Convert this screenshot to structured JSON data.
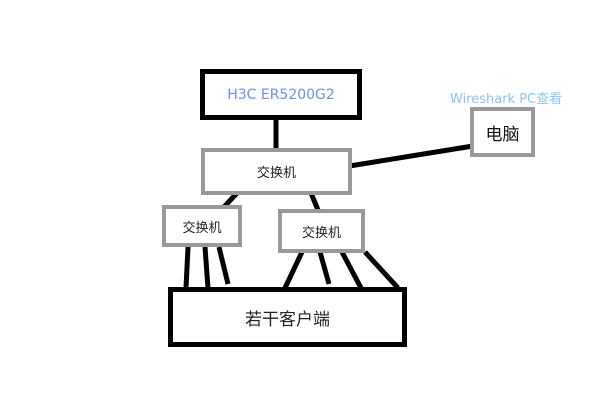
{
  "router": {
    "label": "H3C ER5200G2"
  },
  "core_switch": {
    "label": "交换机"
  },
  "left_switch": {
    "label": "交换机"
  },
  "right_switch": {
    "label": "交换机"
  },
  "pc": {
    "label": "电脑",
    "note": "Wireshark PC查看"
  },
  "clients": {
    "label": "若干客户端"
  },
  "colors": {
    "router_text": "#6f90ee",
    "note_text": "#8cc6f6",
    "switch_border": "#999999"
  }
}
